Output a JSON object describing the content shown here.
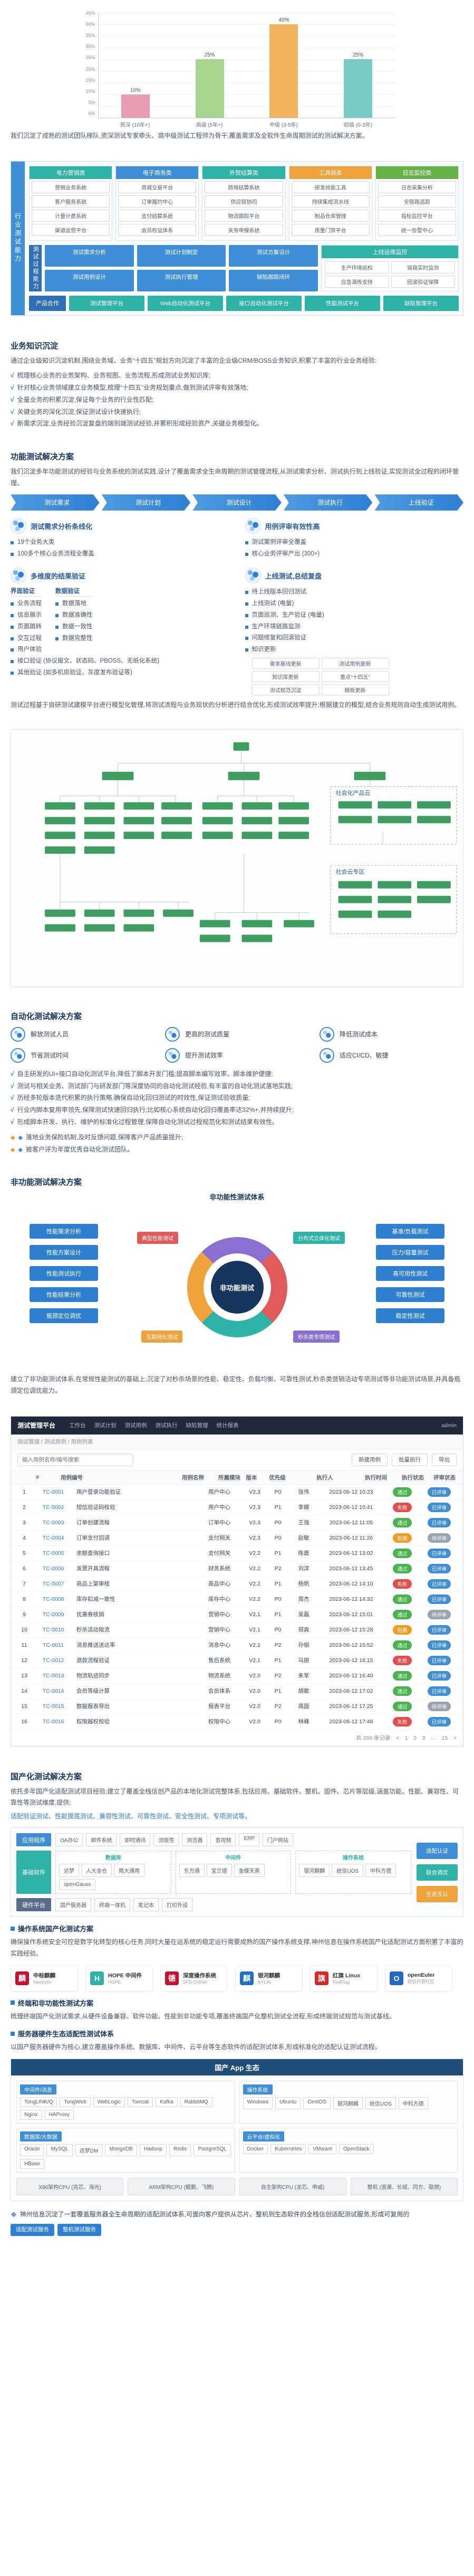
{
  "chart_data": {
    "type": "bar",
    "title": "",
    "categories": [
      "资深 (10年+)",
      "高级 (5年+)",
      "中级 (3-5年)",
      "初级 (0-3年)"
    ],
    "values": [
      10,
      25,
      40,
      25
    ],
    "value_labels": [
      "10%",
      "25%",
      "40%",
      "25%"
    ],
    "ylim": [
      0,
      45
    ],
    "yticks": [
      "45%",
      "40%",
      "35%",
      "30%",
      "25%",
      "20%",
      "15%",
      "10%",
      "5%",
      "0%"
    ],
    "grid": true,
    "legend": false,
    "bars": [
      {
        "category": "资深 (10年+)",
        "label": "10%",
        "value": 10,
        "h": "22.2%",
        "color": "#e89cb0"
      },
      {
        "category": "高级 (5年+)",
        "label": "25%",
        "value": 25,
        "h": "55.6%",
        "color": "#a6d48e"
      },
      {
        "category": "中级 (3-5年)",
        "label": "40%",
        "value": 40,
        "h": "88.9%",
        "color": "#f2b35e"
      },
      {
        "category": "初级 (0-3年)",
        "label": "25%",
        "value": 25,
        "h": "55.6%",
        "color": "#79ccc3"
      }
    ]
  },
  "intro": {
    "text": "我们沉淀了成熟的测试团队梯队,资深测试专家牵头、高中级测试工程师为骨干,覆盖需求及全软件生命周期测试的测试解决方案。"
  },
  "capability_map": {
    "left_label": "行业测试能力",
    "columns": [
      {
        "title": "电力营销类",
        "color": "#2fb3a7",
        "items": [
          "营销业务系统",
          "客户服务系统",
          "计量计费系统",
          "渠道运营平台"
        ]
      },
      {
        "title": "电子商务类",
        "color": "#3f8fd8",
        "items": [
          "商城交易平台",
          "订单履约中心",
          "支付结算系统",
          "会员权益体系"
        ]
      },
      {
        "title": "外贸结算类",
        "color": "#2fb3a7",
        "items": [
          "跨境结算系统",
          "供应链协同",
          "物流跟踪平台",
          "关务申报系统"
        ]
      },
      {
        "title": "工具链类",
        "color": "#f0a23c",
        "items": [
          "研发效能工具",
          "持续集成流水线",
          "制品仓库管理",
          "质量门禁平台"
        ]
      },
      {
        "title": "日志监控类",
        "color": "#67b246",
        "items": [
          "日志采集分析",
          "全链路追踪",
          "指标监控平台",
          "统一告警中心"
        ]
      }
    ],
    "process": {
      "label": "测试过程能力",
      "steps": [
        "测试需求分析",
        "测试计划制定",
        "测试方案设计",
        "测试用例设计",
        "测试执行管理",
        "缺陷跟踪闭环"
      ],
      "right_title": "上线运维监控",
      "right_items": [
        "生产环境巡检",
        "链路实时监测",
        "应急演练支持",
        "回滚验证保障"
      ]
    },
    "products": {
      "label": "产品合作",
      "items": [
        "测试管理平台",
        "Web自动化测试平台",
        "接口自动化测试平台",
        "性能测试平台",
        "缺陷管理平台"
      ]
    }
  },
  "biz_knowledge": {
    "title": "业务知识沉淀",
    "intro": "通过企业级知识沉淀机制,围绕业务域、业务“十四五”规划方向沉淀了丰富的企业级CRM/BOSS业务知识,积累了丰富的行业业务经验:",
    "bullets": [
      "梳理核心业务的业务架构、业务视图、业务流程,形成测试业务知识库;",
      "针对核心业务领域建立业务模型,梳理“十四五”业务规划重点,做到测试评审有效落地;",
      "全量业务的积累沉淀,保证每个业务的行业性匹配;",
      "关键业务的深化沉淀,保证测试设计快速执行;",
      "新需求沉淀,业务经验沉淀复盘的端到端测试经验,并累积形成经验资产,关键业务模型化。"
    ]
  },
  "functional": {
    "title": "功能测试解决方案",
    "intro": "我们沉淀多年功能测试的经验与业务系统的测试实践,设计了覆盖需求全生命周期的测试管理流程,从测试需求分析、测试执行到上线验证,实现测试全过程的闭环管理。",
    "flow": [
      "测试需求",
      "测试计划",
      "测试设计",
      "测试执行",
      "上线验证"
    ],
    "q1": {
      "title": "测试需求分析条线化",
      "bullets": [
        "19个业务大类",
        "100多个核心业务流程全覆盖"
      ]
    },
    "q2": {
      "title": "用例评审有效性高",
      "bullets": [
        "测试案例评审全覆盖",
        "核心业务评审产出 (300+)"
      ]
    },
    "q3": {
      "title": "多维度的结果验证",
      "groups": [
        {
          "title": "界面验证",
          "items": [
            "业务流程",
            "信息展示",
            "页面跳转",
            "交互过程",
            "用户体验"
          ]
        },
        {
          "title": "数据验证",
          "items": [
            "数据落地",
            "数据准确性",
            "数据一致性",
            "数据完整性"
          ]
        }
      ],
      "extra": [
        "接口验证 (协议报文、状态码、PBOSS、无纸化系统)",
        "其他验证 (如多机房验证、灰度发布验证等)"
      ]
    },
    "q4": {
      "title": "上线测试,总结复盘",
      "bullets": [
        "持上线版本回归测试",
        "上线测试 (电量)",
        "页面巡测、生产验证 (电量)",
        "生产环境链路监测",
        "问题修复和回滚验证",
        "知识更新"
      ],
      "sub": [
        "需求基线更新",
        "测试用例更新",
        "知识库更新",
        "重点“十四五”",
        "测试规范沉淀",
        "模板更新"
      ]
    },
    "closing": "测试过程基于自研测试建模平台进行模型化管理,将测试流程与业务现状的分析进行结合优化,形成测试效率提升;根据建立的模型,结合业务规则自动生成测试用例。"
  },
  "topology": {
    "callout1": "社会化产品云",
    "callout2": "社会云专区"
  },
  "automation": {
    "title": "自动化测试解决方案",
    "benefits": [
      "解放测试人员",
      "更高的测试质量",
      "降低测试成本",
      "节省测试时间",
      "提升测试效率",
      "适应CI/CD、敏捷"
    ],
    "bullets": [
      "自主研发的UI+接口自动化测试平台,降低了脚本开发门槛;提高脚本编写效率、脚本维护便捷;",
      "测试与相关业务、测试部门与研发部门等深度协同的自动化测试经验,有丰富的自动化测试落地实践;",
      "历经多轮版本迭代积累的执行策略,确保自动化回归测试的时效性,保证测试验收质量;",
      "行业内脚本复用率领先,保障测试快速回归执行;比如核心系统自动化回归覆盖率达32%+,并持续提升;",
      "形成脚本开发、执行、维护的标准化过程管理,保障自动化测试过程规范化和测试结果有效性。"
    ],
    "highlights": [
      "落地业务保险机制,及时反馈问题,保障客户产品质量提升;",
      "被客户评为年度优秀自动化测试团队。"
    ]
  },
  "nonfunctional": {
    "title": "非功能测试解决方案",
    "diagram_title": "非功能性测试体系",
    "center": "非功能测试",
    "ring": [
      {
        "label": "典型性能测试",
        "color": "#e05a5a"
      },
      {
        "label": "分布式立体化测试",
        "color": "#2fb3a7"
      },
      {
        "label": "互联网化测试",
        "color": "#f0a23c"
      },
      {
        "label": "秒杀类专项测试",
        "color": "#8a6fd1"
      }
    ],
    "left_boxes": [
      "性能需求分析",
      "性能方案设计",
      "性能测试执行",
      "性能结果分析",
      "瓶颈定位调优"
    ],
    "right_boxes": [
      "基准/负载测试",
      "压力/容量测试",
      "高可用性测试",
      "可靠性测试",
      "稳定性测试"
    ],
    "paragraph": "建立了非功能测试体系,在常规性能测试的基础上,沉淀了对秒杀场景的性能、稳定性、负载均衡、可靠性测试,秒杀类营销活动专项测试等非功能测试场景,并具备瓶颈定位调优能力。"
  },
  "platform": {
    "brand": "测试管理平台",
    "menus": [
      "工作台",
      "测试计划",
      "测试用例",
      "测试执行",
      "缺陷管理",
      "统计报表"
    ],
    "user": "admin",
    "breadcrumb": "测试管理 / 测试用例 / 用例列表",
    "toolbar": {
      "search_placeholder": "输入用例名称/编号搜索",
      "buttons": [
        "新建用例",
        "批量执行",
        "导出"
      ]
    },
    "columns": [
      "#",
      "用例编号",
      "用例名称",
      "所属模块",
      "版本",
      "优先级",
      "执行人",
      "执行时间",
      "执行状态",
      "评审状态"
    ],
    "rows": [
      {
        "idx": "1",
        "code": "TC-0001",
        "name": "用户登录功能验证",
        "module": "用户中心",
        "ver": "V2.3",
        "pri": "P0",
        "owner": "张伟",
        "time": "2023-06-12 10:23",
        "status": "通过",
        "status_color": "#49b34f",
        "review": "已评审",
        "review_color": "#3f8fd8"
      },
      {
        "idx": "2",
        "code": "TC-0002",
        "name": "短信验证码校验",
        "module": "用户中心",
        "ver": "V2.3",
        "pri": "P1",
        "owner": "李娜",
        "time": "2023-06-12 10:41",
        "status": "失败",
        "status_color": "#e64c4c",
        "review": "已评审",
        "review_color": "#3f8fd8"
      },
      {
        "idx": "3",
        "code": "TC-0003",
        "name": "订单创建流程",
        "module": "订单中心",
        "ver": "V2.3",
        "pri": "P0",
        "owner": "王强",
        "time": "2023-06-12 11:05",
        "status": "通过",
        "status_color": "#49b34f",
        "review": "已评审",
        "review_color": "#3f8fd8"
      },
      {
        "idx": "4",
        "code": "TC-0004",
        "name": "订单支付回调",
        "module": "支付网关",
        "ver": "V2.3",
        "pri": "P0",
        "owner": "赵敏",
        "time": "2023-06-12 11:26",
        "status": "阻塞",
        "status_color": "#f59a23",
        "review": "待评审",
        "review_color": "#9aa4b0"
      },
      {
        "idx": "5",
        "code": "TC-0005",
        "name": "余额查询接口",
        "module": "支付网关",
        "ver": "V2.2",
        "pri": "P1",
        "owner": "陈晨",
        "time": "2023-06-12 13:02",
        "status": "通过",
        "status_color": "#49b34f",
        "review": "已评审",
        "review_color": "#3f8fd8"
      },
      {
        "idx": "6",
        "code": "TC-0006",
        "name": "发票开具流程",
        "module": "财务系统",
        "ver": "V2.2",
        "pri": "P2",
        "owner": "刘洋",
        "time": "2023-06-12 13:45",
        "status": "通过",
        "status_color": "#49b34f",
        "review": "已评审",
        "review_color": "#3f8fd8"
      },
      {
        "idx": "7",
        "code": "TC-0007",
        "name": "商品上架审核",
        "module": "商品中心",
        "ver": "V2.2",
        "pri": "P1",
        "owner": "杨帆",
        "time": "2023-06-12 14:10",
        "status": "失败",
        "status_color": "#e64c4c",
        "review": "已评审",
        "review_color": "#3f8fd8"
      },
      {
        "idx": "8",
        "code": "TC-0008",
        "name": "库存扣减一致性",
        "module": "库存中心",
        "ver": "V2.2",
        "pri": "P0",
        "owner": "周杰",
        "time": "2023-06-12 14:32",
        "status": "通过",
        "status_color": "#49b34f",
        "review": "已评审",
        "review_color": "#3f8fd8"
      },
      {
        "idx": "9",
        "code": "TC-0009",
        "name": "优惠券核销",
        "module": "营销中心",
        "ver": "V2.1",
        "pri": "P1",
        "owner": "吴磊",
        "time": "2023-06-12 15:01",
        "status": "通过",
        "status_color": "#49b34f",
        "review": "待评审",
        "review_color": "#9aa4b0"
      },
      {
        "idx": "10",
        "code": "TC-0010",
        "name": "秒杀活动限流",
        "module": "营销中心",
        "ver": "V2.1",
        "pri": "P0",
        "owner": "郑爽",
        "time": "2023-06-12 15:28",
        "status": "阻塞",
        "status_color": "#f59a23",
        "review": "已评审",
        "review_color": "#3f8fd8"
      },
      {
        "idx": "11",
        "code": "TC-0011",
        "name": "消息推送送达率",
        "module": "消息中心",
        "ver": "V2.1",
        "pri": "P2",
        "owner": "孙俪",
        "time": "2023-06-12 15:52",
        "status": "通过",
        "status_color": "#49b34f",
        "review": "已评审",
        "review_color": "#3f8fd8"
      },
      {
        "idx": "12",
        "code": "TC-0012",
        "name": "退款流程验证",
        "module": "售后系统",
        "ver": "V2.1",
        "pri": "P1",
        "owner": "马丽",
        "time": "2023-06-12 16:15",
        "status": "失败",
        "status_color": "#e64c4c",
        "review": "已评审",
        "review_color": "#3f8fd8"
      },
      {
        "idx": "13",
        "code": "TC-0013",
        "name": "物流轨迹同步",
        "module": "物流系统",
        "ver": "V2.0",
        "pri": "P2",
        "owner": "朱军",
        "time": "2023-06-12 16:40",
        "status": "通过",
        "status_color": "#49b34f",
        "review": "已评审",
        "review_color": "#3f8fd8"
      },
      {
        "idx": "14",
        "code": "TC-0014",
        "name": "会员等级计算",
        "module": "会员体系",
        "ver": "V2.0",
        "pri": "P1",
        "owner": "胡歌",
        "time": "2023-06-12 17:02",
        "status": "通过",
        "status_color": "#49b34f",
        "review": "已评审",
        "review_color": "#3f8fd8"
      },
      {
        "idx": "15",
        "code": "TC-0015",
        "name": "数据报表导出",
        "module": "报表平台",
        "ver": "V2.0",
        "pri": "P2",
        "owner": "高圆",
        "time": "2023-06-12 17:25",
        "status": "通过",
        "status_color": "#49b34f",
        "review": "待评审",
        "review_color": "#9aa4b0"
      },
      {
        "idx": "16",
        "code": "TC-0016",
        "name": "权限越权校验",
        "module": "权限中心",
        "ver": "V2.0",
        "pri": "P0",
        "owner": "林峰",
        "time": "2023-06-12 17:48",
        "status": "失败",
        "status_color": "#e64c4c",
        "review": "已评审",
        "review_color": "#3f8fd8"
      }
    ],
    "pager": "共 286 条记录　<　1　2　3　…　15　>"
  },
  "localization": {
    "title": "国产化测试解决方案",
    "intro": "依托多年国产化适配测试项目经验,建立了覆盖全栈信创产品的本地化测试完整体系,包括应用、基础软件、整机、固件、芯片等层级,涵盖功能、性能、兼容性、可靠性等测试维度,提供:",
    "services": "适配验证测试、性能摸底测试、兼容性测试、可靠性测试、安全性测试、专项测试等。",
    "stack": {
      "app_row": {
        "label": "应用程序",
        "color": "#3f8fd8",
        "items": [
          "OA办公",
          "邮件系统",
          "即时通讯",
          "流版签",
          "浏览器",
          "音视频",
          "ERP",
          "门户网站"
        ]
      },
      "base_row": {
        "label": "基础软件",
        "color": "#2fb3a7",
        "groups": [
          {
            "name": "数据库",
            "items": [
              "达梦",
              "人大金仓",
              "南大通用",
              "openGauss"
            ]
          },
          {
            "name": "中间件",
            "items": [
              "东方通",
              "宝兰德",
              "金蝶天燕"
            ]
          },
          {
            "name": "操作系统",
            "items": [
              "银河麒麟",
              "统信UOS",
              "中科方德"
            ]
          }
        ]
      },
      "hw_row": {
        "label": "硬件平台",
        "color": "#5a6b8c",
        "items": [
          "国产服务器",
          "终端一体机",
          "笔记本",
          "打印外设"
        ]
      },
      "side": [
        {
          "label": "适配认证",
          "color": "#3f8fd8"
        },
        {
          "label": "联合调优",
          "color": "#2fb3a7"
        },
        {
          "label": "生态互认",
          "color": "#f0a23c"
        }
      ]
    }
  },
  "os_section": {
    "title": "操作系统国产化测试方案",
    "paragraph": "确保操作系统安全可控是数字化转型的核心任务,同时大量在运系统的稳定运行需要成熟的国产操作系统支撑,神州信息在操作系统国产化适配测试方面积累了丰富的实践经验。",
    "logos": [
      {
        "name": "中标麒麟",
        "sub": "NeoKylin",
        "mark": "麟",
        "color": "#c8102e"
      },
      {
        "name": "HOPE 中间件",
        "sub": "HOPE",
        "mark": "H",
        "color": "#2fb3a7"
      },
      {
        "name": "深度操作系统",
        "sub": "SFS-CHINA",
        "mark": "德",
        "color": "#c8102e"
      },
      {
        "name": "银河麒麟",
        "sub": "KYLIN",
        "mark": "麒",
        "color": "#1f6fc4"
      },
      {
        "name": "红旗 Linux",
        "sub": "RedFlag",
        "mark": "旗",
        "color": "#d42a2a"
      },
      {
        "name": "openEuler",
        "sub": "欧拉开源社区",
        "mark": "O",
        "color": "#2468c2"
      }
    ]
  },
  "terminal_section": {
    "title": "终端和非功能性测试方案",
    "paragraph": "梳理终端国产化测试需求,从硬件设备兼容、软件功能、性能到非功能专项,覆盖终端国产化整机测试全流程,形成终端测试规范与测试基线。"
  },
  "server_section": {
    "title": "服务器硬件生态适配性测试体系",
    "paragraph": "以国产服务器硬件为核心,建立覆盖操作系统、数据库、中间件、云平台等生态软件的适配测试体系,形成标准化的适配认证测试流程。",
    "diagram_title": "国产 App 生态",
    "groups": [
      {
        "name": "中间件/消息",
        "items": [
          "TongLINK/Q",
          "TongWeb",
          "WebLogic",
          "Tomcat",
          "Kafka",
          "RabbitMQ",
          "Nginx",
          "HAProxy"
        ]
      },
      {
        "name": "操作系统",
        "items": [
          "Windows",
          "Ubuntu",
          "CentOS",
          "银河麒麟",
          "统信UOS",
          "中科方德"
        ]
      },
      {
        "name": "数据库/大数据",
        "items": [
          "Oracle",
          "MySQL",
          "达梦DM",
          "MongoDB",
          "Hadoop",
          "Redis",
          "PostgreSQL",
          "HBase"
        ]
      },
      {
        "name": "云平台/虚拟化",
        "items": [
          "Docker",
          "Kubernetes",
          "VMware",
          "OpenStack"
        ]
      }
    ],
    "cpu_row": [
      "X86架构CPU (兆芯、海光)",
      "ARM架构CPU (鲲鹏、飞腾)",
      "自主架构CPU (龙芯、申威)",
      "整机 (浪潮、长城、同方、联想)"
    ]
  },
  "footer_note": {
    "text": "神州信息沉淀了一套覆盖服务器全生命周期的适配测试体系,可面向客户提供从芯片、整机到生态软件的全栈信创适配测试服务,形成可复用的",
    "tags": [
      "适配测试服务",
      "整机测试服务"
    ]
  }
}
